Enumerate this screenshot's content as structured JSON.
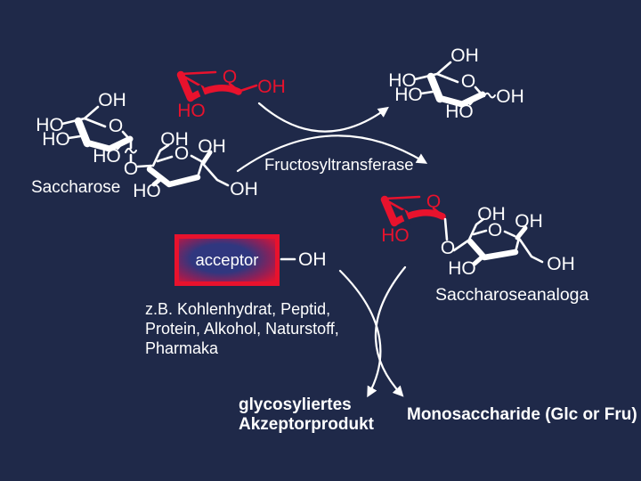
{
  "colors": {
    "background": "#1f2949",
    "white": "#ffffff",
    "red": "#e8122d",
    "acceptor_blue": "#30377f"
  },
  "molecules": {
    "saccharose": {
      "name": "Saccharose",
      "glucose": [
        "OH",
        "HO",
        "HO",
        "O",
        "HO"
      ],
      "bridge_o": "O",
      "fructose": [
        "OH",
        "O",
        "OH",
        "HO",
        "OH"
      ]
    },
    "donor": {
      "atoms": [
        "O",
        "OH",
        "HO"
      ]
    },
    "glucose_product": {
      "atoms": [
        "OH",
        "HO",
        "HO",
        "O",
        "OH",
        "HO"
      ]
    },
    "analog": {
      "name": "Saccharoseanaloga",
      "red_atoms": [
        "O",
        "HO"
      ],
      "bridge_o": "O",
      "fructose": [
        "OH",
        "O",
        "OH",
        "HO",
        "OH"
      ]
    }
  },
  "enzyme": {
    "label": "Fructosyltransferase"
  },
  "acceptor": {
    "label": "acceptor",
    "oh": "OH",
    "examples": [
      "z.B. Kohlenhydrat, Peptid,",
      "Protein, Alkohol, Naturstoff,",
      "Pharmaka"
    ]
  },
  "products": {
    "left_line1": "glycosyliertes",
    "left_line2": "Akzeptorprodukt",
    "right": "Monosaccharide (Glc or Fru)"
  }
}
